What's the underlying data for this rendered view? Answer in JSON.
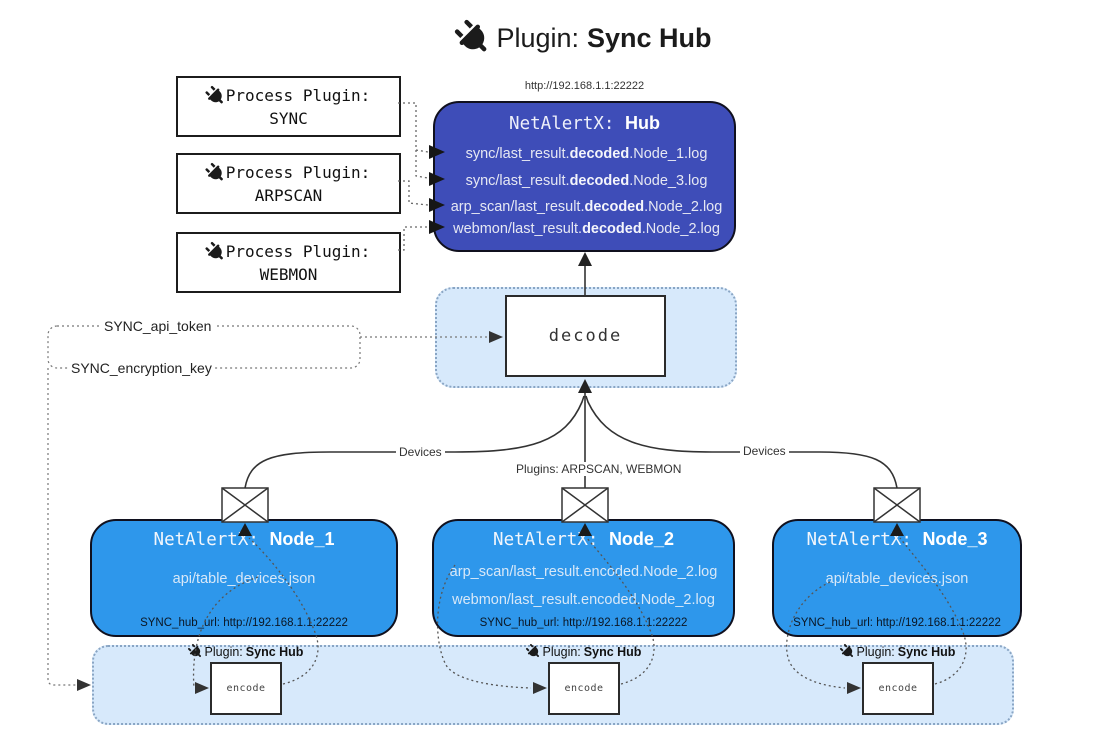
{
  "title": {
    "prefix": "Plugin:",
    "name": "Sync Hub"
  },
  "hub": {
    "url": "http://192.168.1.1:22222",
    "name_prefix": "NetAlertX: ",
    "name": "Hub",
    "rows": [
      {
        "pre": "sync/last_result.",
        "bold": "decoded",
        "post": ".Node_1.log"
      },
      {
        "pre": "sync/last_result.",
        "bold": "decoded",
        "post": ".Node_3.log"
      },
      {
        "pre": "arp_scan/last_result.",
        "bold": "decoded",
        "post": ".Node_2.log"
      },
      {
        "pre": "webmon/last_result.",
        "bold": "decoded",
        "post": ".Node_2.log"
      }
    ]
  },
  "process_plugins": [
    {
      "line1": "Process Plugin:",
      "line2": "SYNC"
    },
    {
      "line1": "Process Plugin:",
      "line2": "ARPSCAN"
    },
    {
      "line1": "Process Plugin:",
      "line2": "WEBMON"
    }
  ],
  "decode": {
    "label": "decode"
  },
  "credentials": {
    "api_token": "SYNC_api_token",
    "encryption_key": "SYNC_encryption_key"
  },
  "edges": {
    "devices_left": "Devices",
    "devices_right": "Devices",
    "plugins_label": "Plugins: ARPSCAN, WEBMON"
  },
  "nodes": [
    {
      "name_prefix": "NetAlertX: ",
      "name": "Node_1",
      "files": [
        "api/table_devices.json"
      ],
      "hub_url": "SYNC_hub_url: http://192.168.1.1:22222"
    },
    {
      "name_prefix": "NetAlertX: ",
      "name": "Node_2",
      "files": [
        "arp_scan/last_result.encoded.Node_2.log",
        "webmon/last_result.encoded.Node_2.log"
      ],
      "hub_url": "SYNC_hub_url: http://192.168.1.1:22222"
    },
    {
      "name_prefix": "NetAlertX: ",
      "name": "Node_3",
      "files": [
        "api/table_devices.json"
      ],
      "hub_url": "SYNC_hub_url: http://192.168.1.1:22222"
    }
  ],
  "encode": {
    "plugin_prefix": "Plugin:",
    "plugin_name": "Sync Hub",
    "label": "encode"
  },
  "colors": {
    "hub": "#3e4db8",
    "node": "#2e97eb",
    "zone": "#d7e9fb",
    "zone_border": "#89a5c4",
    "line": "#333333"
  }
}
